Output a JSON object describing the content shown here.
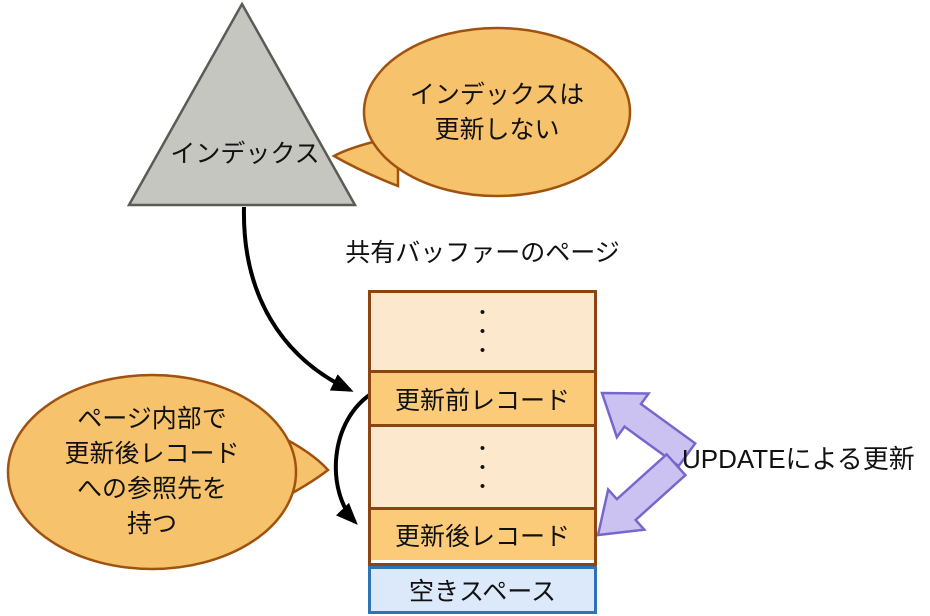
{
  "diagram": {
    "index_triangle": {
      "label": "インデックス"
    },
    "callout_top": {
      "text": "インデックスは\n更新しない"
    },
    "callout_left": {
      "text": "ページ内部で\n更新後レコード\nへの参照先を\n持つ"
    },
    "page_title": "共有バッファーのページ",
    "buffer_page": {
      "rows": [
        {
          "type": "dots",
          "label": "•\n•\n•"
        },
        {
          "type": "record",
          "label": "更新前レコード"
        },
        {
          "type": "dots",
          "label": "•\n•\n•"
        },
        {
          "type": "record",
          "label": "更新後レコード"
        },
        {
          "type": "free",
          "label": "空きスペース"
        }
      ]
    },
    "update_label": "UPDATEによる更新",
    "colors": {
      "callout_fill": "#F7C26C",
      "callout_border": "#A0520F",
      "cell_light": "#FCE8CD",
      "cell_orange": "#FBCB79",
      "cell_border": "#8C4410",
      "free_fill": "#DCE9FA",
      "free_border": "#2E74B5",
      "triangle_fill": "#C6C6C0",
      "triangle_border": "#5B5B55",
      "block_arrow_fill": "#CCC2F1",
      "block_arrow_border": "#7767CC",
      "flow_arrow": "#000000"
    }
  }
}
